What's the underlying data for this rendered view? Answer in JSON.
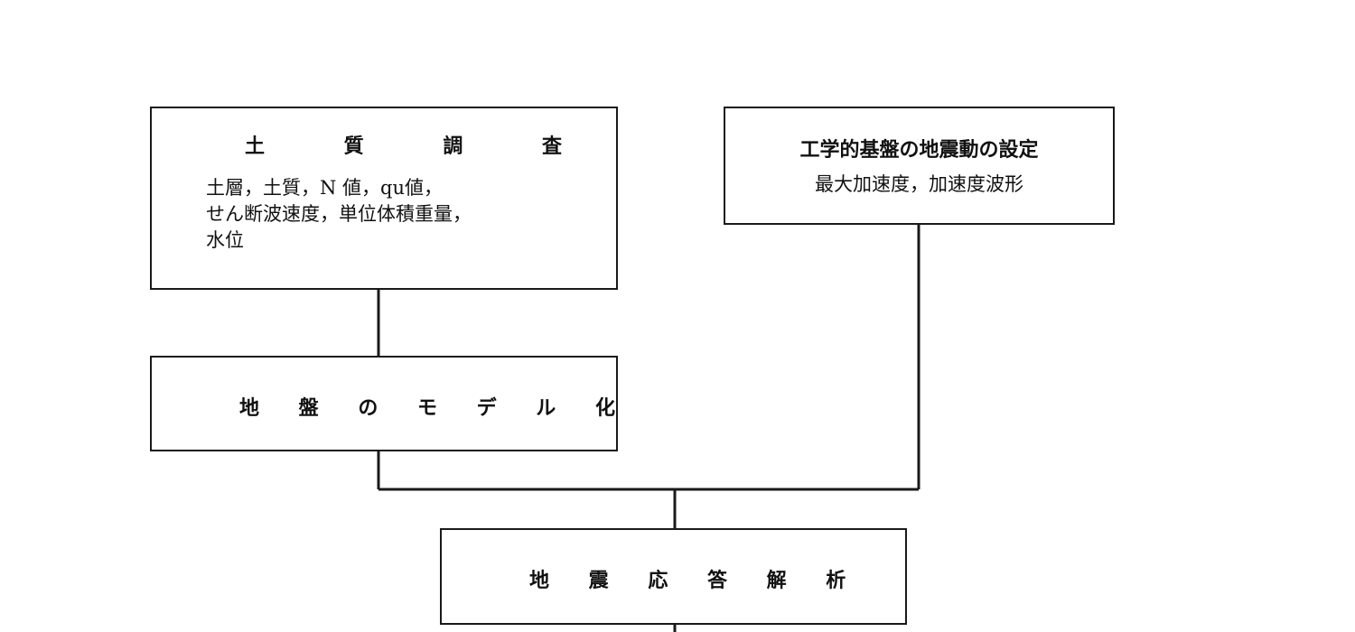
{
  "diagram": {
    "soil_survey": {
      "title": "土 質 調 査",
      "lines": [
        "土層，土質，N 値，qu値，",
        "せん断波速度，単位体積重量，",
        "水位"
      ]
    },
    "ground_motion": {
      "title": "工学的基盤の地震動の設定",
      "detail": "最大加速度，加速度波形"
    },
    "ground_model": {
      "title": "地 盤 の モ デ ル 化"
    },
    "seismic_response": {
      "title": "地 震 応 答 解 析"
    }
  }
}
